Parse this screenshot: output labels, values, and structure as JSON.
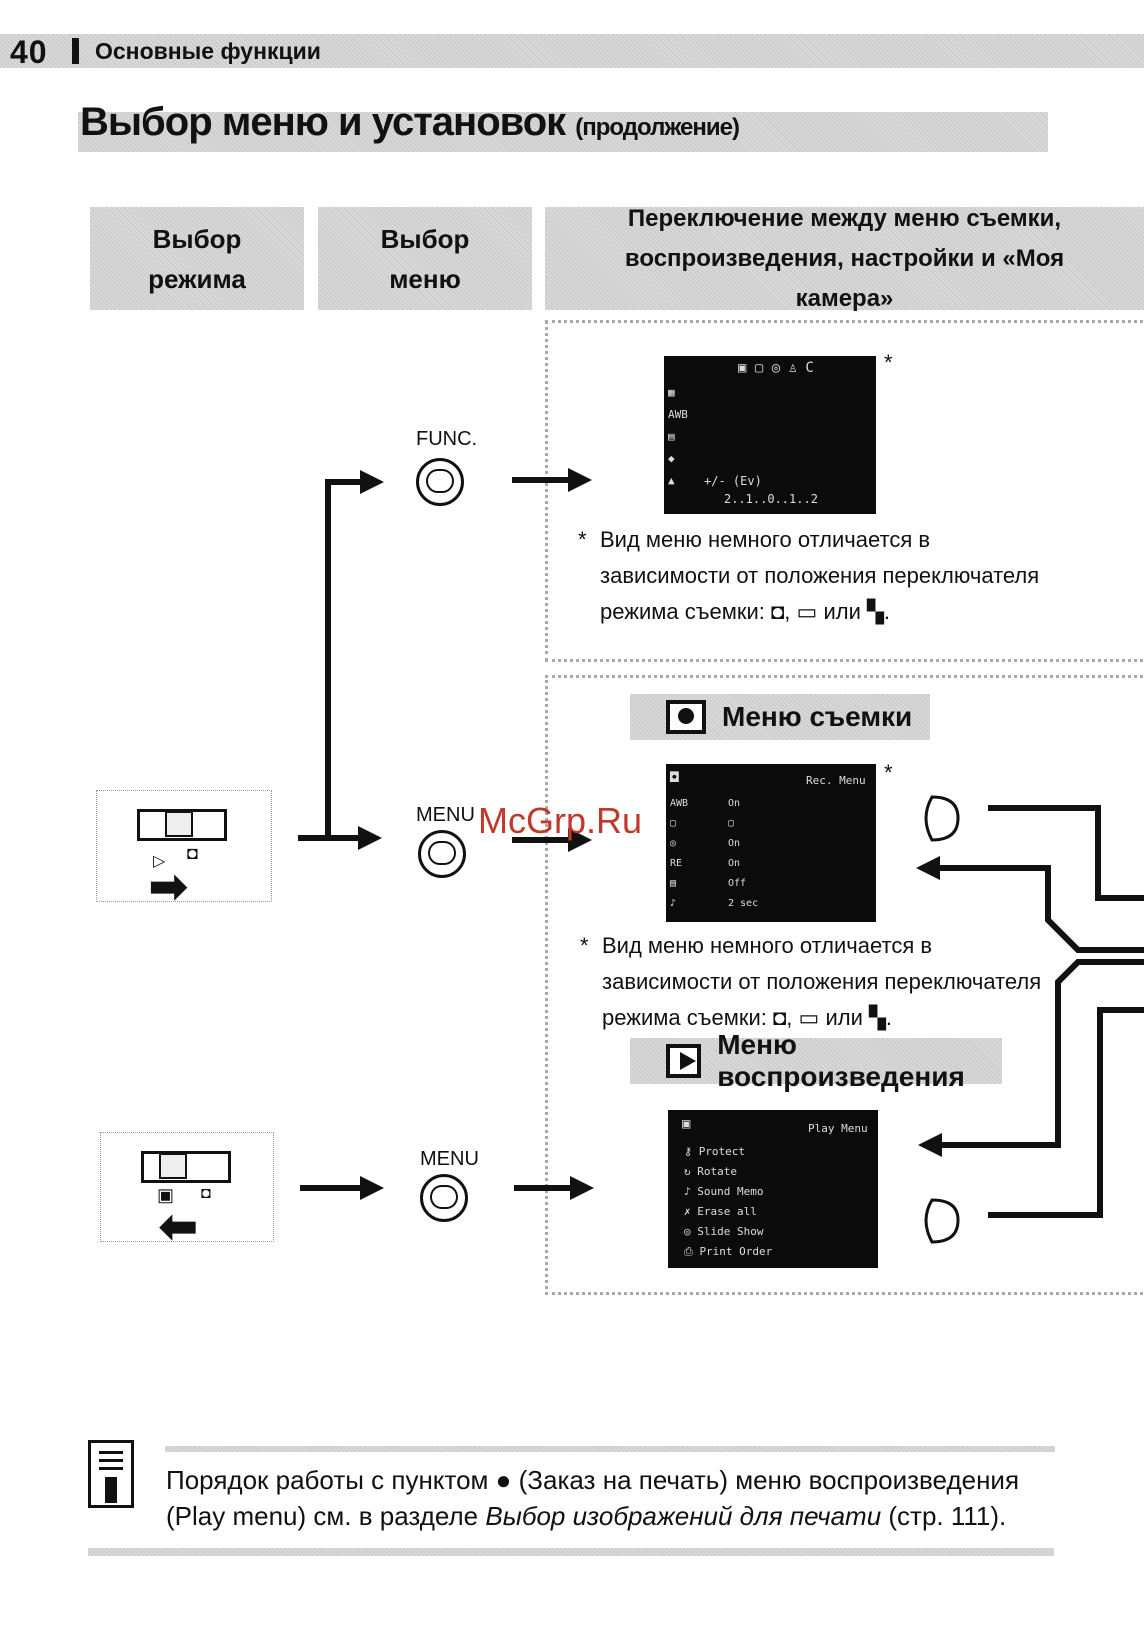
{
  "header": {
    "page_number": "40",
    "section": "Основные функции"
  },
  "title": {
    "main": "Выбор меню и установок",
    "suffix": "(продолжение)"
  },
  "columns": [
    {
      "label": "Выбор режима"
    },
    {
      "label": "Выбор меню"
    },
    {
      "label": "Переключение между меню съемки, воспроизведения, настройки и «Моя камера»"
    }
  ],
  "buttons": {
    "func": "FUNC.",
    "menu": "MENU"
  },
  "func_screen": {
    "top_icons": "▣ ▢   ◎ ♙ C",
    "side_icons": [
      "▦",
      "AWB",
      "▤",
      "◆",
      "▲"
    ],
    "exposure_label": "+/- (Ev)",
    "exposure_scale": "2..1..0..1..2"
  },
  "note_mark": "*",
  "note": {
    "text": "Вид меню немного отличается в зависимости от положения переключателя режима съемки:",
    "separator": ",",
    "or": "или",
    "end": "."
  },
  "rec_menu": {
    "label": "Меню съемки",
    "header": "Rec. Menu",
    "icons": [
      "AWB",
      "▢",
      "◎",
      "RE",
      "▤",
      "♪"
    ],
    "values": [
      "On",
      "▢",
      "On",
      "On",
      "Off",
      "2 sec"
    ]
  },
  "play_menu": {
    "label": "Меню воспроизведения",
    "header": "Play Menu",
    "items": [
      "Protect",
      "Rotate",
      "Sound Memo",
      "Erase all",
      "Slide Show",
      "Print Order"
    ]
  },
  "watermark": "McGrp.Ru",
  "footer": {
    "part1": "Порядок работы с пунктом",
    "part2": "(Заказ на печать) меню воспроизведения",
    "part3": "(Play menu) см. в разделе",
    "italic": "Выбор изображений для печати",
    "part4": "(стр. 111)."
  }
}
